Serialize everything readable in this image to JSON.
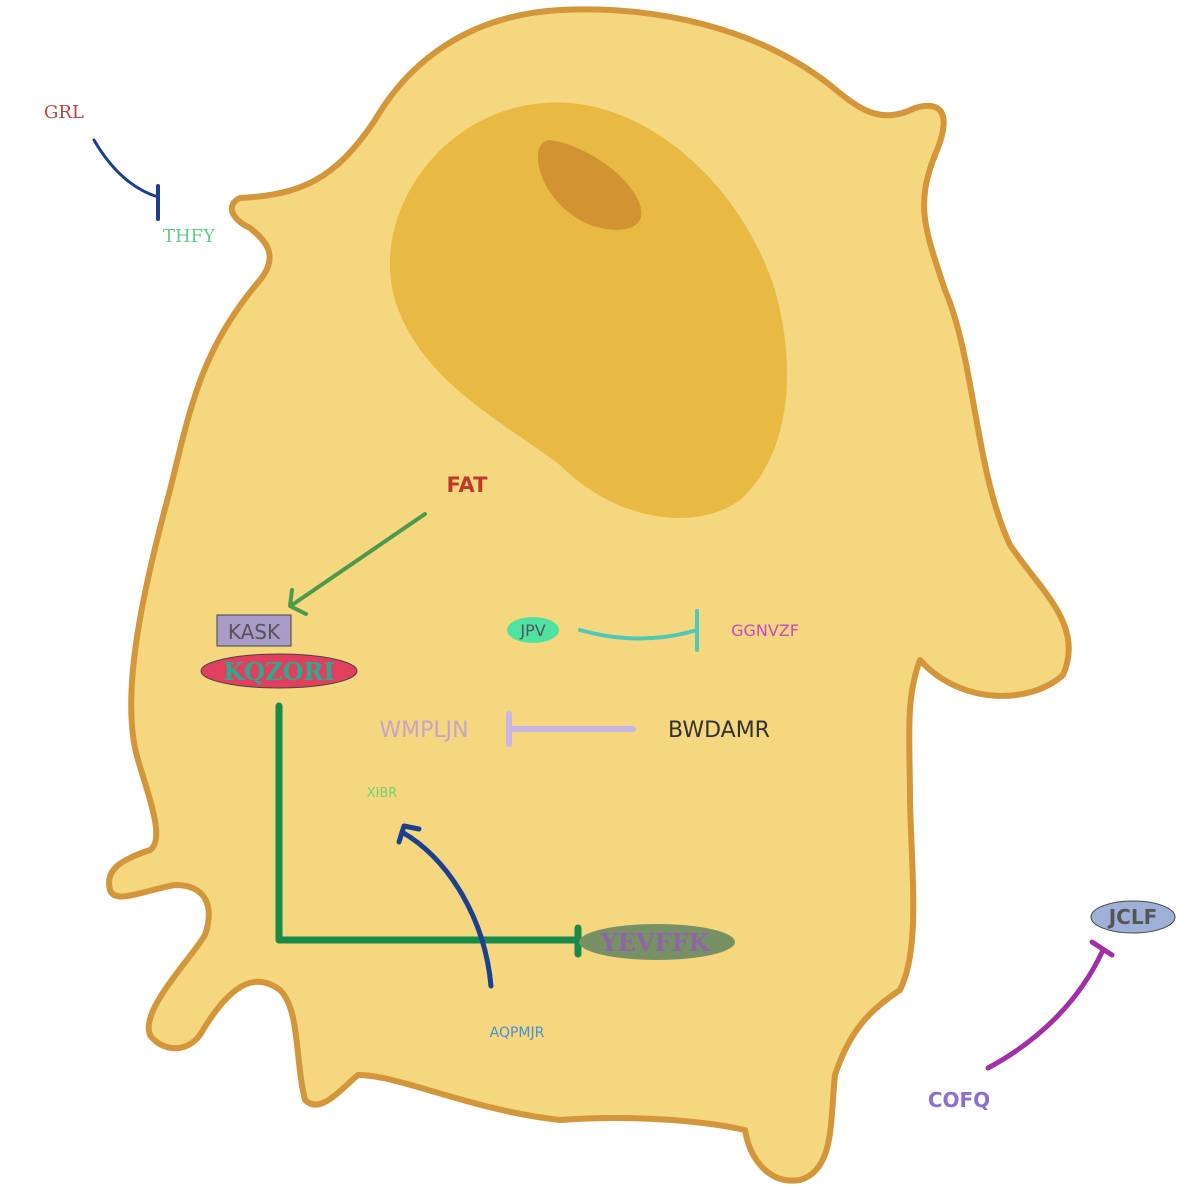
{
  "cell": {
    "membrane_color": "#d4963a",
    "cytoplasm_color": "#f4d77f",
    "nucleus_color": "#e8b943",
    "nucleolus_color": "#d29433"
  },
  "nodes": {
    "grl": {
      "label": "GRL",
      "color": "#b5463f"
    },
    "thfy": {
      "label": "THFY",
      "color": "#5ccf8b"
    },
    "fat": {
      "label": "FAT",
      "color": "#c03a2b"
    },
    "kask": {
      "label": "KASK",
      "color": "#555555",
      "fill": "#a99cc8"
    },
    "kqzori": {
      "label": "KQZORI",
      "color": "#2fa88e",
      "fill": "#e0405e"
    },
    "jpv": {
      "label": "JPV",
      "color": "#555555",
      "fill": "#4fe3a3"
    },
    "ggnvzf": {
      "label": "GGNVZF",
      "color": "#c64bc6"
    },
    "wmpljn": {
      "label": "WMPLJN",
      "color": "#c8a4c8"
    },
    "bwdamr": {
      "label": "BWDAMR",
      "color": "#333333"
    },
    "xibr": {
      "label": "XIBR",
      "color": "#7ccf6c"
    },
    "yevffk": {
      "label": "YEVFFK",
      "color": "#8e66a8",
      "fill": "#779164"
    },
    "aqpmjr": {
      "label": "AQPMJR",
      "color": "#4b8fcf"
    },
    "jclf": {
      "label": "JCLF",
      "color": "#555555",
      "fill": "#9fb0d8"
    },
    "cofq": {
      "label": "COFQ",
      "color": "#8c6fcf"
    }
  },
  "edges": [
    {
      "from": "GRL",
      "to": "THFY",
      "type": "inhibition",
      "color": "#1d3f8f"
    },
    {
      "from": "FAT",
      "to": "KASK",
      "type": "activation",
      "color": "#4c9a4a"
    },
    {
      "from": "JPV",
      "to": "GGNVZF",
      "type": "inhibition",
      "color": "#4fc9b3"
    },
    {
      "from": "BWDAMR",
      "to": "WMPLJN",
      "type": "inhibition",
      "color": "#c9b6e4"
    },
    {
      "from": "KQZORI",
      "to": "YEVFFK",
      "type": "inhibition",
      "color": "#198a4a"
    },
    {
      "from": "AQPMJR",
      "to": "XIBR",
      "type": "activation",
      "color": "#1d3f8f"
    },
    {
      "from": "COFQ",
      "to": "JCLF",
      "type": "inhibition",
      "color": "#a32fa8"
    }
  ]
}
